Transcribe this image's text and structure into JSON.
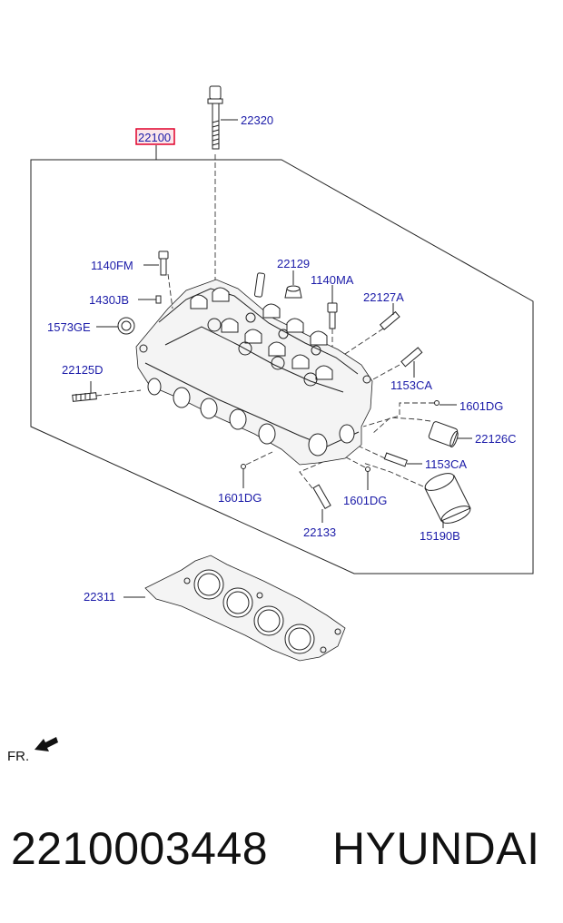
{
  "diagram": {
    "labels": {
      "p22100": "22100",
      "p22320": "22320",
      "p1140FM": "1140FM",
      "p1430JB": "1430JB",
      "p1573GE": "1573GE",
      "p22125D": "22125D",
      "p22129": "22129",
      "p1140MA": "1140MA",
      "p22127A": "22127A",
      "p1153CA_a": "1153CA",
      "p1601DG_a": "1601DG",
      "p22126C": "22126C",
      "p1153CA_b": "1153CA",
      "p1601DG_b": "1601DG",
      "p1601DG_c": "1601DG",
      "p22133": "22133",
      "p15190B": "15190B",
      "p22311": "22311"
    },
    "front_marker": "FR.",
    "highlight_color": "#e0002a",
    "label_color": "#1a1aa8"
  },
  "footer": {
    "part_number": "2210003448",
    "brand": "HYUNDAI"
  }
}
